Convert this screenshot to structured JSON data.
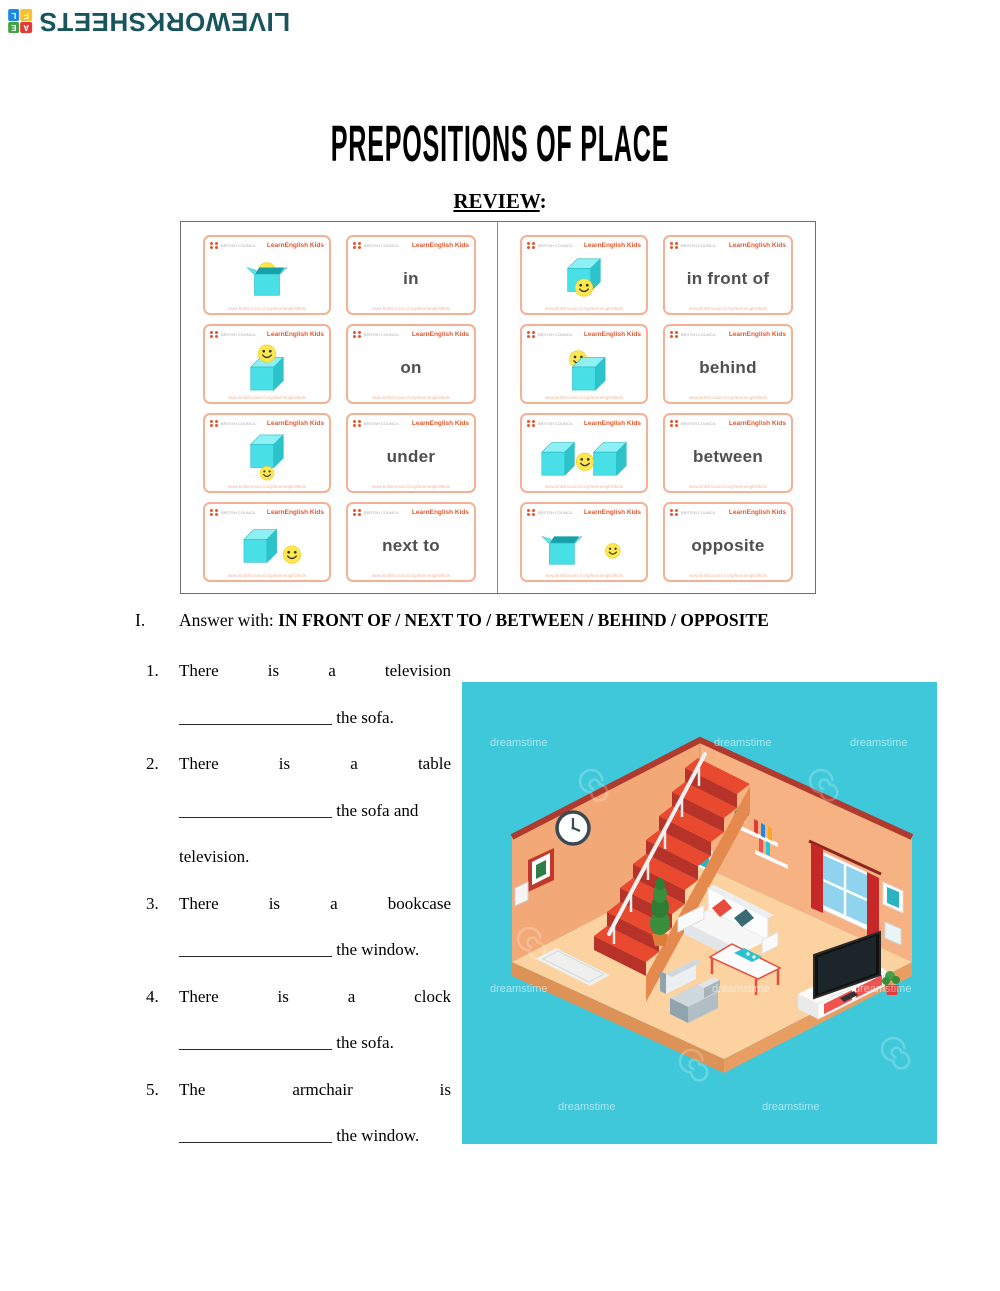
{
  "logo": {
    "text": "LIVEWORKSHEETS",
    "icon_letters": [
      "A",
      "E",
      "F",
      "L"
    ]
  },
  "title": "PREPOSITIONS OF PLACE",
  "review": {
    "label": "REVIEW",
    "colon": ":"
  },
  "flashcards": {
    "brand_top": "BRITISH COUNCIL",
    "brand": "LearnEnglish Kids",
    "url": "www.britishcouncil.org/learnenglishkids",
    "left": [
      {
        "word": "in"
      },
      {
        "word": "on"
      },
      {
        "word": "under"
      },
      {
        "word": "next to"
      }
    ],
    "right": [
      {
        "word": "in front of"
      },
      {
        "word": "behind"
      },
      {
        "word": "between"
      },
      {
        "word": "opposite"
      }
    ]
  },
  "section": {
    "numeral": "I.",
    "prefix": "Answer with: ",
    "options": "IN FRONT OF / NEXT TO / BETWEEN / BEHIND / OPPOSITE"
  },
  "questions": [
    {
      "num": "1.",
      "before": "There is a television",
      "blank": "__________________",
      "after": "the sofa."
    },
    {
      "num": "2.",
      "before": "There is a table",
      "blank": "__________________",
      "after": "the sofa and",
      "tail": "television."
    },
    {
      "num": "3.",
      "before": "There is a bookcase",
      "blank": "__________________",
      "after": "the window."
    },
    {
      "num": "4.",
      "before": "There is a clock",
      "blank": "__________________",
      "after": "the sofa."
    },
    {
      "num": "5.",
      "before": "The armchair is",
      "blank": "__________________",
      "after": "the window."
    }
  ],
  "illustration": {
    "watermark": "dreamstime"
  },
  "colors": {
    "card_border": "#f5b193",
    "brand_orange": "#e4572e",
    "logo_teal": "#17545e",
    "illustration_bg": "#3fc8da",
    "wall": "#f3a977",
    "floor": "#fbd2a0",
    "stairs_red": "#e8492f",
    "curtain_red": "#c62828",
    "cube_cyan": "#49dfe6",
    "smiley_yellow": "#ffe84d"
  }
}
